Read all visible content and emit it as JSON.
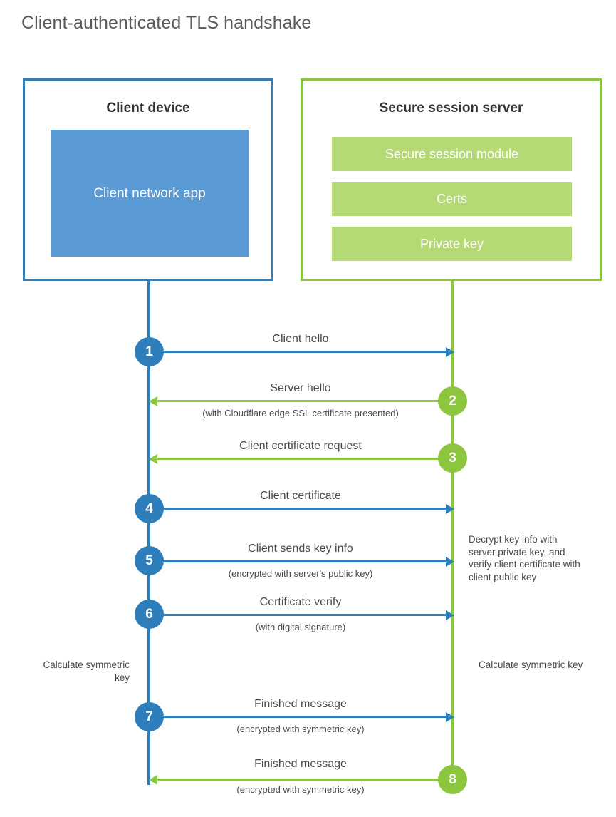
{
  "title": "Client-authenticated TLS handshake",
  "colors": {
    "client_blue": "#2f7ebc",
    "client_app_fill": "#5b9bd5",
    "server_green": "#8cc63e",
    "server_bar_fill": "#b5d975",
    "text": "#4a4a4a",
    "title_text": "#5a5a5a",
    "background": "#ffffff"
  },
  "client": {
    "title": "Client device",
    "app_label": "Client network app"
  },
  "server": {
    "title": "Secure session server",
    "items": [
      {
        "label": "Secure session module"
      },
      {
        "label": "Certs"
      },
      {
        "label": "Private key"
      }
    ]
  },
  "steps": [
    {
      "number": "1",
      "label": "Client hello",
      "sublabel": "",
      "direction": "client-to-server",
      "color": "blue"
    },
    {
      "number": "2",
      "label": "Server hello",
      "sublabel": "(with Cloudflare edge SSL certificate presented)",
      "direction": "server-to-client",
      "color": "green"
    },
    {
      "number": "3",
      "label": "Client certificate request",
      "sublabel": "",
      "direction": "server-to-client",
      "color": "green"
    },
    {
      "number": "4",
      "label": "Client certificate",
      "sublabel": "",
      "direction": "client-to-server",
      "color": "blue"
    },
    {
      "number": "5",
      "label": "Client sends key info",
      "sublabel": "(encrypted with server's public key)",
      "direction": "client-to-server",
      "color": "blue"
    },
    {
      "number": "6",
      "label": "Certificate verify",
      "sublabel": "(with digital signature)",
      "direction": "client-to-server",
      "color": "blue"
    },
    {
      "number": "7",
      "label": "Finished message",
      "sublabel": "(encrypted with symmetric key)",
      "direction": "client-to-server",
      "color": "blue"
    },
    {
      "number": "8",
      "label": "Finished message",
      "sublabel": "(encrypted with symmetric key)",
      "direction": "server-to-client",
      "color": "green"
    }
  ],
  "annotations": {
    "server_decrypt": "Decrypt key info with server private key, and verify client certificate with client public key",
    "client_calculate": "Calculate symmetric key",
    "server_calculate": "Calculate symmetric key"
  }
}
